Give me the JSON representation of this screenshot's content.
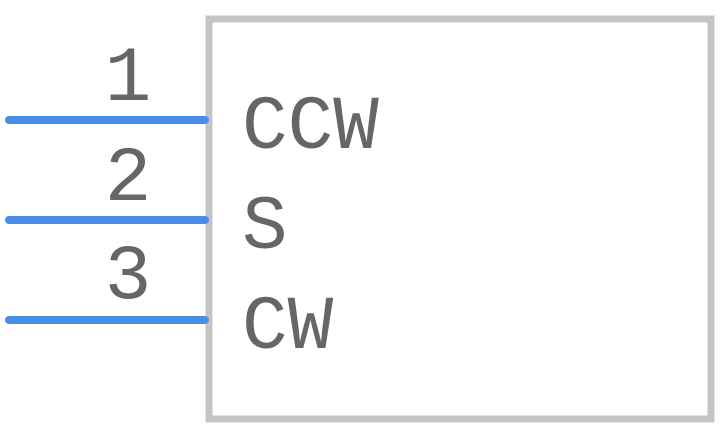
{
  "symbol": {
    "body_color": "#c4c4c4",
    "pin_color": "#4a8de8",
    "text_color": "#666666",
    "pins": [
      {
        "number": "1",
        "name": "CCW"
      },
      {
        "number": "2",
        "name": "S"
      },
      {
        "number": "3",
        "name": "CW"
      }
    ]
  }
}
